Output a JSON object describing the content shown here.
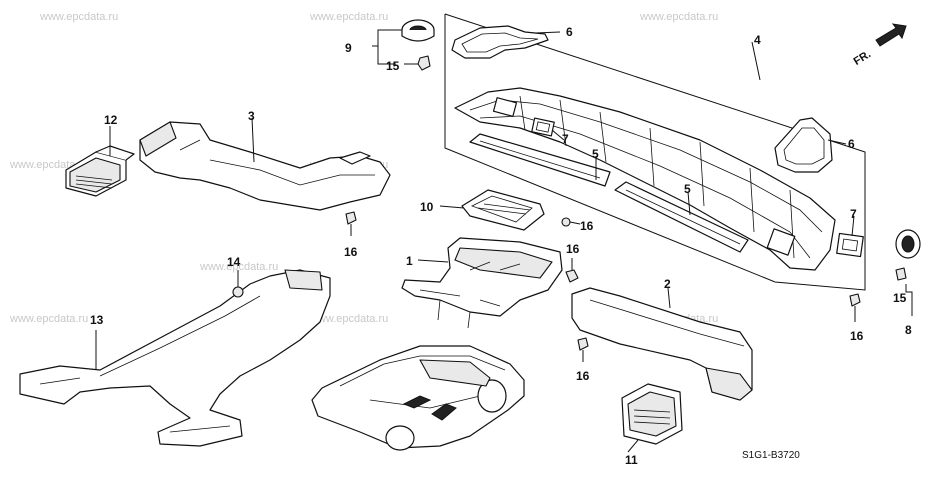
{
  "watermark": "www.epcdata.ru",
  "diagram_code": "S1G1-B3720",
  "direction_label": "FR.",
  "callouts": {
    "p1": "1",
    "p2": "2",
    "p3": "3",
    "p4": "4",
    "p5a": "5",
    "p5b": "5",
    "p6a": "6",
    "p6b": "6",
    "p7a": "7",
    "p7b": "7",
    "p8": "8",
    "p9": "9",
    "p10": "10",
    "p11": "11",
    "p12": "12",
    "p13": "13",
    "p14": "14",
    "p15a": "15",
    "p15b": "15",
    "p16a": "16",
    "p16b": "16",
    "p16c": "16",
    "p16d": "16",
    "p16e": "16"
  }
}
